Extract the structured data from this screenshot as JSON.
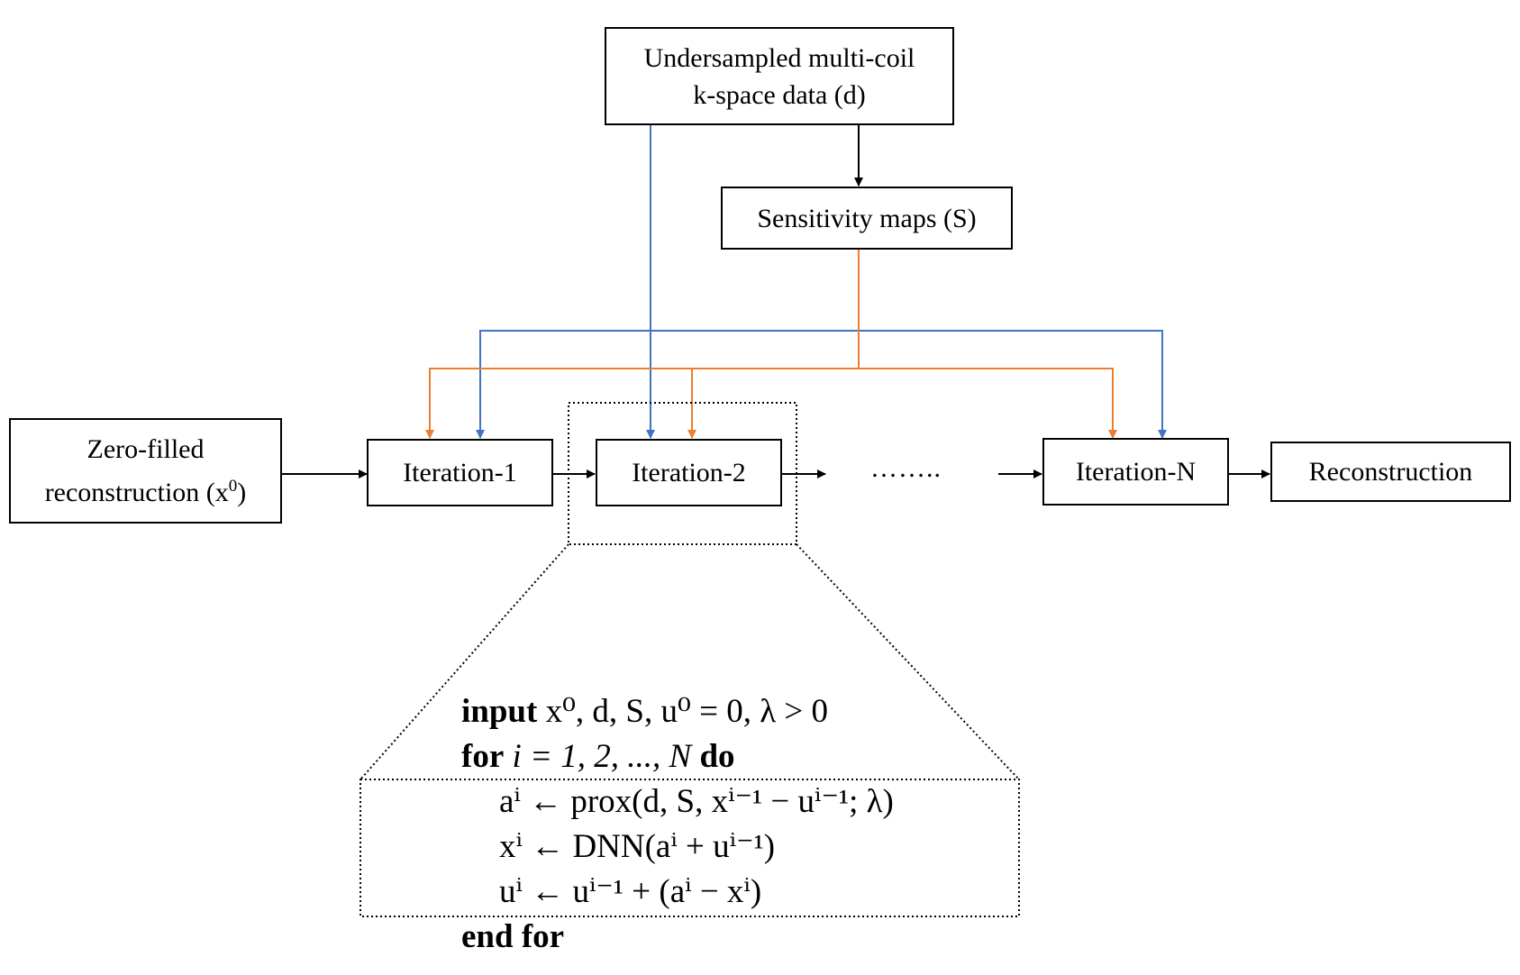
{
  "nodes": {
    "kspace": {
      "line1": "Undersampled multi-coil",
      "line2": "k-space data (d)"
    },
    "sensitivity": "Sensitivity maps (S)",
    "zero_filled": {
      "line1": "Zero-filled",
      "line2": "reconstruction (x",
      "sup": "0",
      "close": ")"
    },
    "iter1": "Iteration-1",
    "iter2": "Iteration-2",
    "ellipsis": "……..",
    "iterN": "Iteration-N",
    "reconstruction": "Reconstruction"
  },
  "colors": {
    "data_line": "#4472C4",
    "sens_line": "#ED7D31",
    "flow": "#000000"
  },
  "algorithm": {
    "input_kw": "input",
    "input_args": "x⁰, d, S, u⁰ = 0, λ > 0",
    "for_kw": "for",
    "for_range": "i = 1, 2, ..., N",
    "do_kw": "do",
    "step1": "aⁱ ← prox(d, S, xⁱ⁻¹ − uⁱ⁻¹; λ)",
    "step2": "xⁱ ← DNN(aⁱ + uⁱ⁻¹)",
    "step3": "uⁱ ← uⁱ⁻¹ + (aⁱ − xⁱ)",
    "end_kw": "end for"
  }
}
